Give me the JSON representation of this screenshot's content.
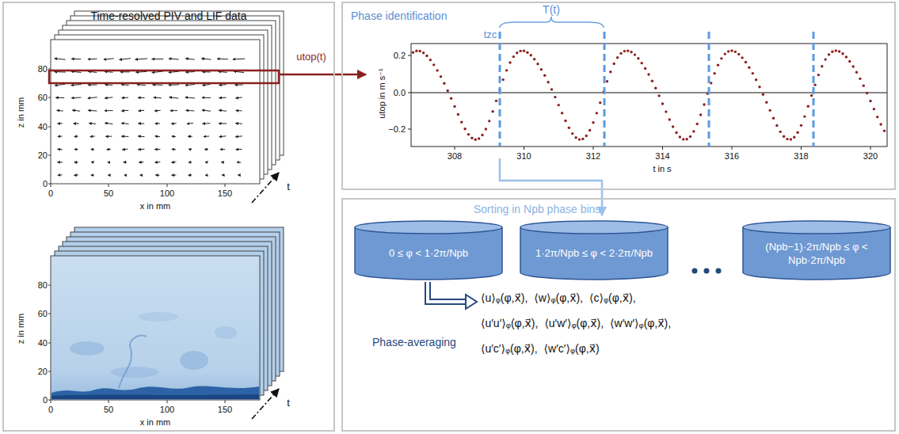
{
  "diagram": {
    "nodes": [
      {
        "text": [
          "Time-resolved PIV and LIF data"
        ]
      },
      {
        "text": [
          "Phase identification"
        ]
      },
      {
        "text": [
          "Sorting in Npb phase bins"
        ]
      },
      {
        "text": [
          "0 ≤ φ < 1·2π/Npb"
        ],
        "in": 2
      },
      {
        "text": [
          "1·2π/Npb ≤ φ < 2·2π/Npb"
        ],
        "in": 2
      },
      {
        "text": [
          "(Npb−1)·2π/Npb ≤ φ < Npb·2π/Npb"
        ],
        "in": 2
      }
    ],
    "edges": [
      {
        "from": 0,
        "to": 1,
        "arrow": "to",
        "label": "utop(t)"
      },
      {
        "from": 1,
        "to": 2,
        "arrow": "to"
      }
    ],
    "labels": [
      "80",
      "60",
      "40",
      "20",
      "0",
      "0",
      "50",
      "100",
      "150",
      "z in mm",
      "x in mm",
      "t",
      "80",
      "60",
      "40",
      "20",
      "0",
      "0",
      "50",
      "100",
      "150",
      "z in mm",
      "x in mm",
      "t",
      "T(t)",
      "tzc",
      "0.2",
      "0.0",
      "−0.2",
      "utop in m s⁻¹",
      "308",
      "310",
      "312",
      "314",
      "316",
      "318",
      "320",
      "t in s",
      "Phase-averaging",
      "⟨u⟩ᵩ(φ,x⃗),",
      "⟨w⟩ᵩ(φ,x⃗),",
      "⟨c⟩ᵩ(φ,x⃗),",
      "⟨u′u′⟩ᵩ(φ,x⃗),",
      "⟨u′w′⟩ᵩ(φ,x⃗),",
      "⟨w′w′⟩ᵩ(φ,x⃗),",
      "⟨u′c′⟩ᵩ(φ,x⃗),",
      "⟨w′c′⟩ᵩ(φ,x⃗)"
    ]
  }
}
